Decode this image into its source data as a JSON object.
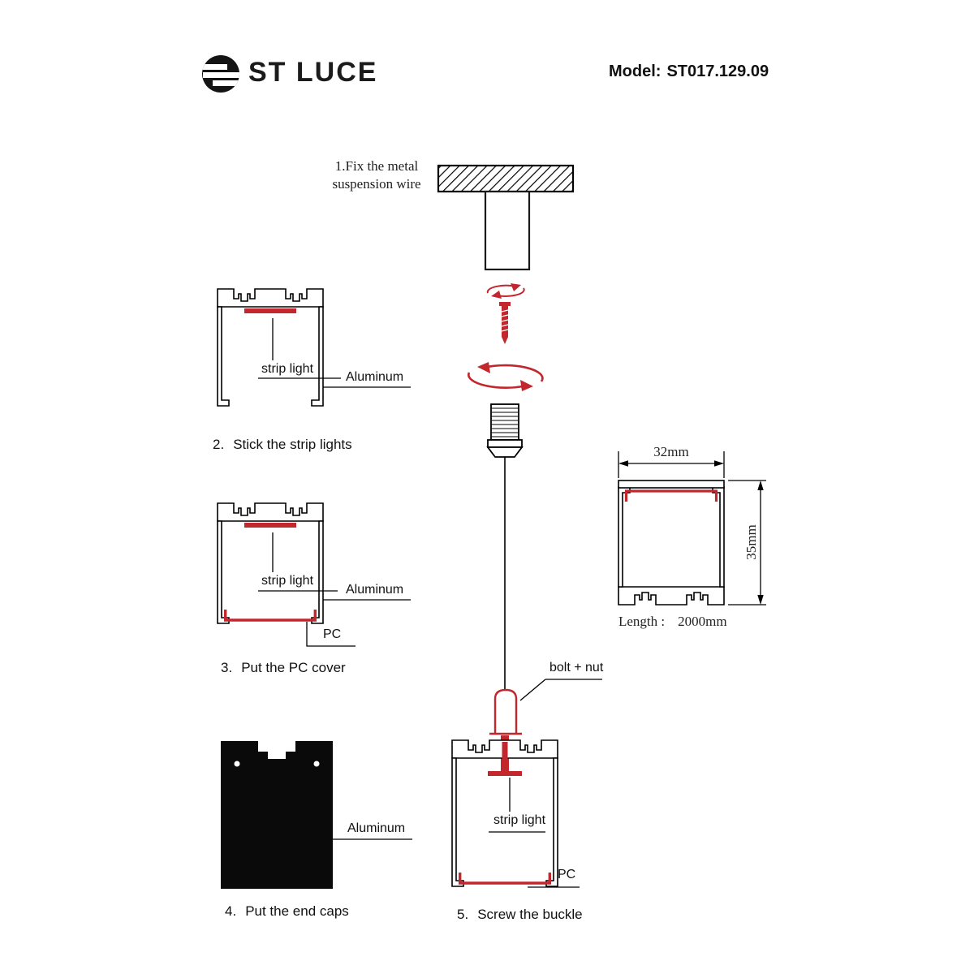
{
  "header": {
    "brand": "ST LUCE",
    "model_label": "Model:",
    "model_value": "ST017.129.09"
  },
  "step1": {
    "line1": "1.Fix the metal",
    "line2": "suspension wire"
  },
  "captions": {
    "step2": {
      "num": "2.",
      "text": "Stick the strip lights"
    },
    "step3": {
      "num": "3.",
      "text": "Put the PC cover"
    },
    "step4": {
      "num": "4.",
      "text": "Put the end caps"
    },
    "step5": {
      "num": "5.",
      "text": "Screw the buckle"
    }
  },
  "labels": {
    "strip_light": "strip light",
    "aluminum": "Aluminum",
    "pc": "PC",
    "bolt_nut": "bolt + nut"
  },
  "dimensions": {
    "width": "32mm",
    "height": "35mm",
    "length_label": "Length :",
    "length_value": "2000mm"
  },
  "colors": {
    "accent": "#c1272d",
    "ink": "#000000"
  }
}
